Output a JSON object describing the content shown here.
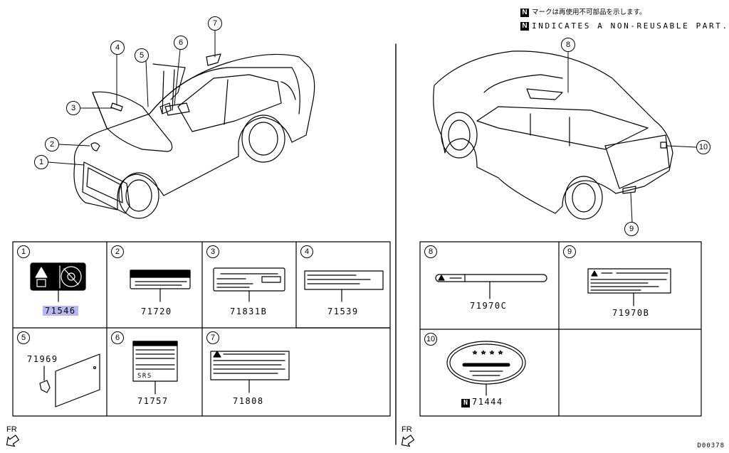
{
  "notes": {
    "jp": "マークは再使用不可部品を示します。",
    "en": "INDICATES A NON-REUSABLE PART.",
    "badge": "N"
  },
  "callouts": [
    "1",
    "2",
    "3",
    "4",
    "5",
    "6",
    "7",
    "8",
    "9",
    "10"
  ],
  "left_cells": [
    {
      "num": "1",
      "part": "71546",
      "highlighted": true
    },
    {
      "num": "2",
      "part": "71720"
    },
    {
      "num": "3",
      "part": "71831B"
    },
    {
      "num": "4",
      "part": "71539"
    },
    {
      "num": "5",
      "part": "71969"
    },
    {
      "num": "6",
      "part": "71757"
    },
    {
      "num": "7",
      "part": "71808"
    }
  ],
  "right_cells": [
    {
      "num": "8",
      "part": "71970C"
    },
    {
      "num": "9",
      "part": "71970B"
    },
    {
      "num": "10",
      "part": "71444",
      "non_reusable": true
    }
  ],
  "label6_text": "SRS",
  "fr_left": "FR",
  "fr_right": "FR",
  "doc_id": "D00378",
  "colors": {
    "highlight": "#b8b8f0",
    "line": "#000000"
  }
}
